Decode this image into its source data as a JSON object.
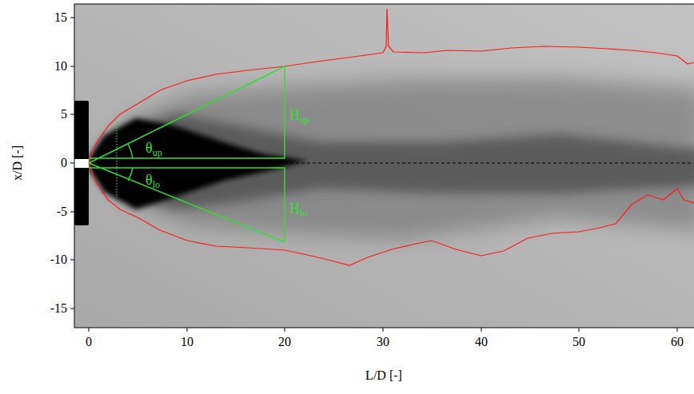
{
  "diagram": {
    "labels": [
      "15",
      "10",
      "5",
      "0",
      "-5",
      "-10",
      "-15",
      "0",
      "10",
      "20",
      "30",
      "40",
      "50",
      "60",
      "x/D [-]",
      "L/D [-]",
      "θ",
      "up",
      "H",
      "up",
      "θ",
      "lo",
      "H",
      "lo"
    ]
  }
}
